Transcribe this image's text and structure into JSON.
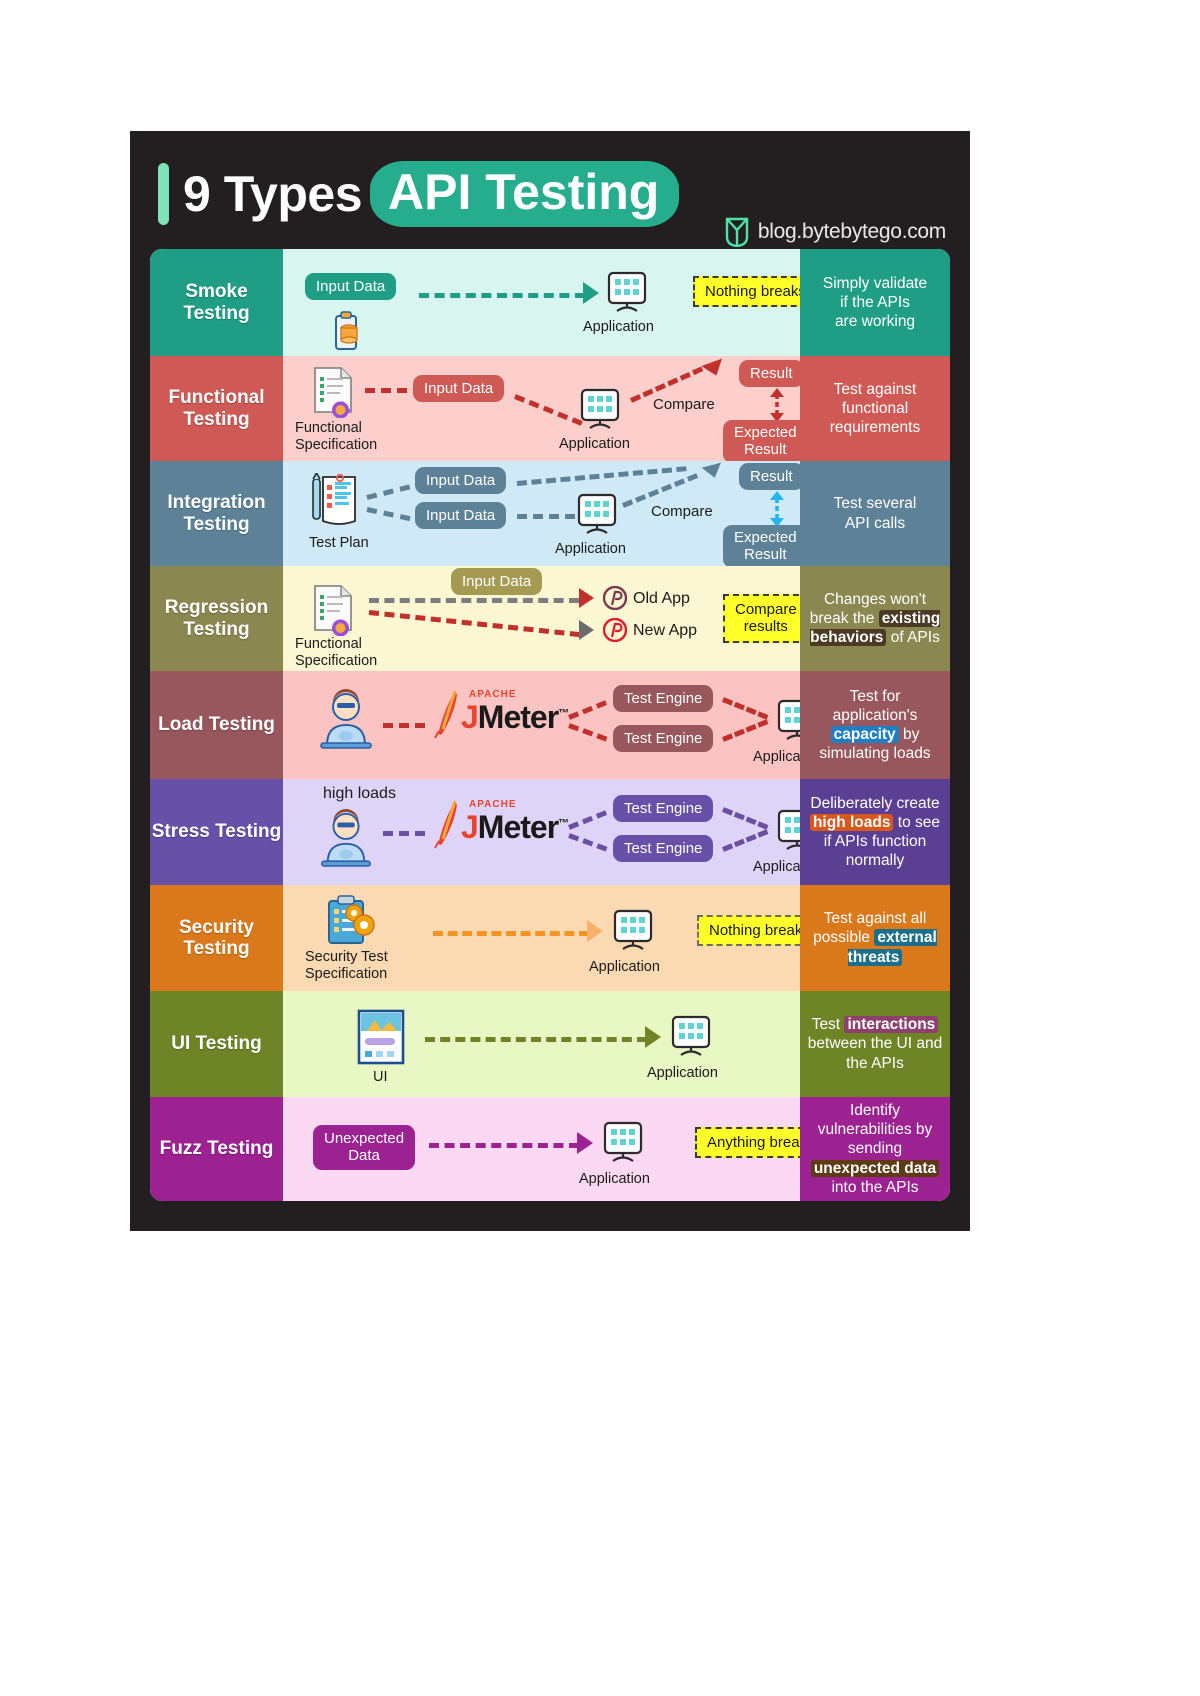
{
  "header": {
    "title_prefix": "9 Types",
    "title_highlight": "API Testing",
    "brand": "blog.bytebytego.com",
    "accent_color": "#25ad8d",
    "background": "#231f20"
  },
  "common": {
    "application_label": "Application",
    "input_data_label": "Input Data",
    "compare_label": "Compare",
    "result_label": "Result",
    "expected_result_label": "Expected Result",
    "test_engine_label": "Test Engine"
  },
  "rows": [
    {
      "id": "smoke",
      "label": "Smoke Testing",
      "label_bg": "#1f9e85",
      "diagram_bg": "#d9f5f0",
      "desc_bg": "#1f9e85",
      "accent": "#1f9e85",
      "input_label": "Input Data",
      "app_label": "Application",
      "note": "Nothing breaks?",
      "desc_lines": [
        "Simply validate",
        "if the APIs",
        "are working"
      ]
    },
    {
      "id": "functional",
      "label": "Functional Testing",
      "label_bg": "#cf5a55",
      "diagram_bg": "#fccfcc",
      "desc_bg": "#cf5a55",
      "accent": "#c2302b",
      "source_label": "Functional Specification",
      "input_label": "Input Data",
      "app_label": "Application",
      "compare_label": "Compare",
      "result_label": "Result",
      "expected_label": "Expected Result",
      "desc_lines": [
        "Test against",
        "functional",
        "requirements"
      ]
    },
    {
      "id": "integration",
      "label": "Integration Testing",
      "label_bg": "#5d8298",
      "diagram_bg": "#cfe9f7",
      "desc_bg": "#5d8298",
      "accent": "#5d8298",
      "source_label": "Test Plan",
      "input_label_1": "Input Data",
      "input_label_2": "Input Data",
      "app_label": "Application",
      "compare_label": "Compare",
      "result_label": "Result",
      "expected_label": "Expected Result",
      "desc_lines": [
        "Test several",
        "API calls"
      ]
    },
    {
      "id": "regression",
      "label": "Regression Testing",
      "label_bg": "#8a8750",
      "diagram_bg": "#fbf7d2",
      "desc_bg": "#8a8750",
      "accent": "#8a8750",
      "source_label": "Functional Specification",
      "input_label": "Input Data",
      "old_app_label": "Old App",
      "new_app_label": "New App",
      "note": "Compare results",
      "desc_pre": "Changes won't break the",
      "desc_hl": "existing behaviors",
      "desc_post": "of APIs",
      "desc_hl_bg": "#4a3a23"
    },
    {
      "id": "load",
      "label": "Load Testing",
      "label_bg": "#97575c",
      "diagram_bg": "#fbc3c2",
      "desc_bg": "#97575c",
      "accent": "#c2302b",
      "tool_brand": "APACHE",
      "tool_name": "JMeter",
      "engine_1": "Test Engine",
      "engine_2": "Test Engine",
      "app_label": "Application",
      "desc_pre": "Test for application's",
      "desc_hl": "capacity",
      "desc_post": "by simulating loads",
      "desc_hl_bg": "#1f7ec4"
    },
    {
      "id": "stress",
      "label": "Stress Testing",
      "label_bg": "#6650a8",
      "diagram_bg": "#ddd4f7",
      "desc_bg": "#5b3f93",
      "accent": "#6a4fa3",
      "top_caption": "high loads",
      "tool_brand": "APACHE",
      "tool_name": "JMeter",
      "engine_1": "Test Engine",
      "engine_2": "Test Engine",
      "app_label": "Application",
      "desc_pre": "Deliberately create",
      "desc_hl": "high loads",
      "desc_post": "to see if APIs function normally",
      "desc_hl_bg": "#d8571c"
    },
    {
      "id": "security",
      "label": "Security Testing",
      "label_bg": "#d9791b",
      "diagram_bg": "#fbd9b2",
      "desc_bg": "#d9791b",
      "accent": "#f59425",
      "source_label": "Security Test Specification",
      "app_label": "Application",
      "note": "Nothing breaks?",
      "desc_pre": "Test against all possible",
      "desc_hl": "external threats",
      "desc_hl_bg": "#1b6f8c"
    },
    {
      "id": "ui",
      "label": "UI Testing",
      "label_bg": "#6f8426",
      "diagram_bg": "#e9f7c4",
      "desc_bg": "#6f8426",
      "accent": "#6f8426",
      "source_label": "UI",
      "app_label": "Application",
      "desc_pre": "Test",
      "desc_hl": "interactions",
      "desc_post": "between the UI and the APIs",
      "desc_hl_bg": "#8d3f6d"
    },
    {
      "id": "fuzz",
      "label": "Fuzz Testing",
      "label_bg": "#9c2191",
      "diagram_bg": "#fbd9f2",
      "desc_bg": "#9c2191",
      "accent": "#9c2191",
      "input_label": "Unexpected Data",
      "app_label": "Application",
      "note": "Anything breaks?",
      "desc_pre": "Identify vulnerabilities by sending",
      "desc_hl": "unexpected data",
      "desc_post": "into the APIs",
      "desc_hl_bg": "#5e3b15"
    }
  ]
}
